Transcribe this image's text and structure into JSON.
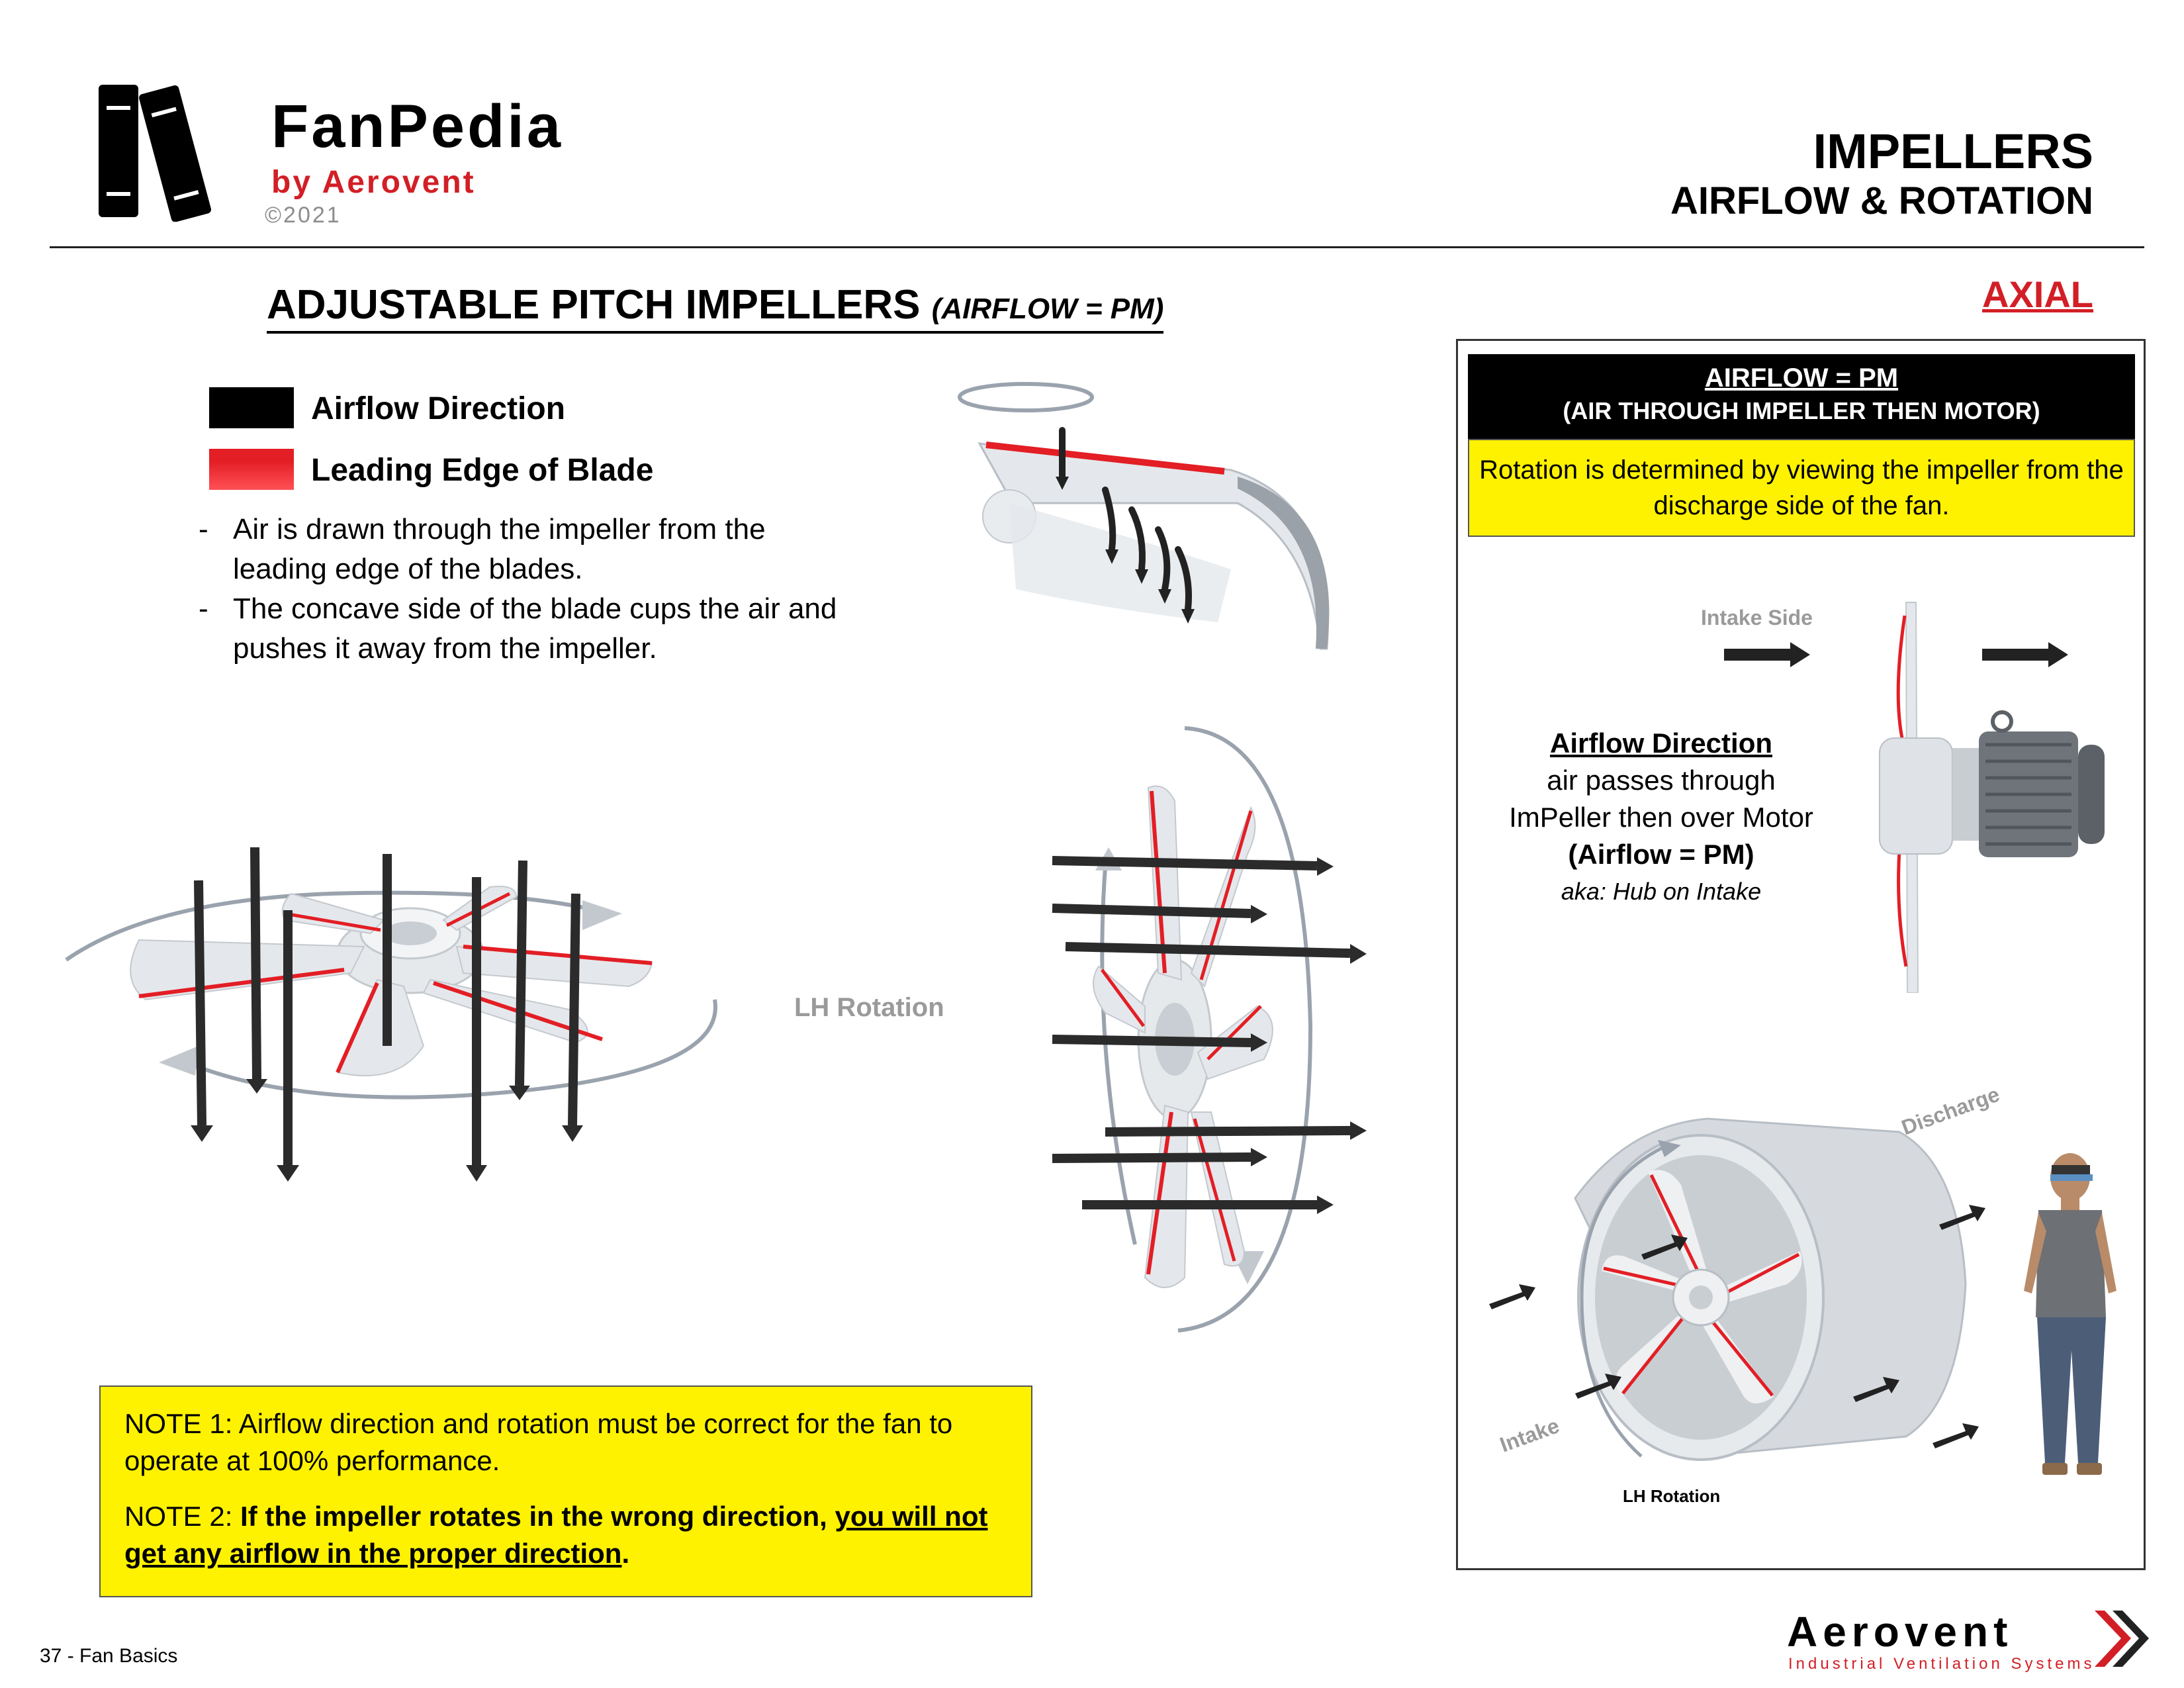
{
  "brand": {
    "title": "FanPedia",
    "subtitle": "by Aerovent",
    "copyright": "©2021"
  },
  "header": {
    "title": "IMPELLERS",
    "subtitle": "AIRFLOW & ROTATION",
    "category": "AXIAL"
  },
  "section": {
    "title": "ADJUSTABLE PITCH IMPELLERS",
    "title_suffix": "(AIRFLOW = PM)"
  },
  "legend": [
    {
      "label": "Airflow Direction",
      "color": "#000000"
    },
    {
      "label": "Leading Edge of Blade",
      "color": "#e31e25"
    }
  ],
  "bullets": [
    {
      "dash": "-",
      "text": "Air is drawn through the impeller from the leading edge of the blades."
    },
    {
      "dash": "-",
      "text": "The concave side of the blade cups the air and pushes it away from the impeller."
    }
  ],
  "figure_labels": {
    "rotation": "LH Rotation"
  },
  "notes": {
    "note1": "NOTE 1: Airflow direction and rotation must be correct for the fan to operate at 100% performance.",
    "note2_prefix": "NOTE 2: ",
    "note2_bold": "If the impeller rotates in the wrong direction, ",
    "note2_underline": "you will not get any airflow in the proper direction",
    "note2_end": "."
  },
  "panel": {
    "heading_line1": "AIRFLOW = PM",
    "heading_line2": "(AIR THROUGH IMPELLER THEN MOTOR)",
    "info": "Rotation is determined by viewing the impeller from the discharge side of the fan.",
    "intake_side": "Intake Side",
    "af_title": "Airflow Direction",
    "af_line1": "air passes through",
    "af_line2": "ImPeller then over Motor",
    "af_line3": "(Airflow = PM)",
    "af_line4": "aka: Hub on Intake",
    "discharge": "Discharge",
    "intake": "Intake",
    "lh_rotation": "LH Rotation"
  },
  "footer": {
    "page": "37 - Fan Basics",
    "company": "Aerovent",
    "tagline": "Industrial Ventilation Systems"
  },
  "colors": {
    "accent_red": "#d21f26",
    "note_yellow": "#fff200",
    "blade_gray": "#dfe3e8"
  }
}
